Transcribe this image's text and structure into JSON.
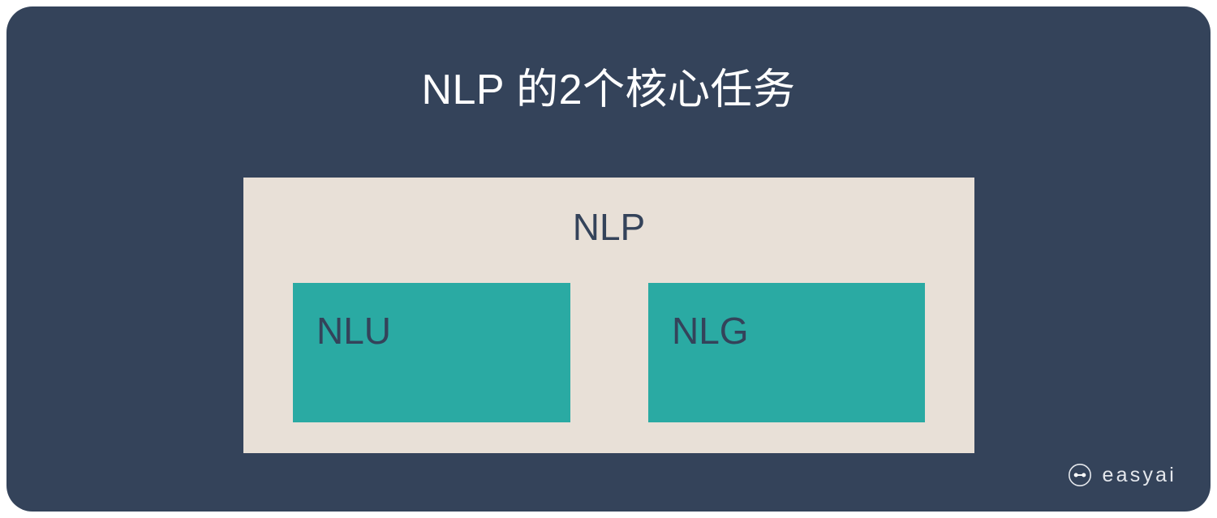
{
  "page": {
    "background_color": "#ffffff",
    "panel_color": "#34435a",
    "accent_teal": "#2aaaa3",
    "container_beige": "#e8e0d7",
    "title_color": "#ffffff",
    "label_color": "#34435a"
  },
  "title": "NLP 的2个核心任务",
  "diagram": {
    "container_label": "NLP",
    "tasks": [
      {
        "label": "NLU"
      },
      {
        "label": "NLG"
      }
    ]
  },
  "logo": {
    "icon": "easyai-circle-dumbbell-icon",
    "text": "easyai"
  }
}
